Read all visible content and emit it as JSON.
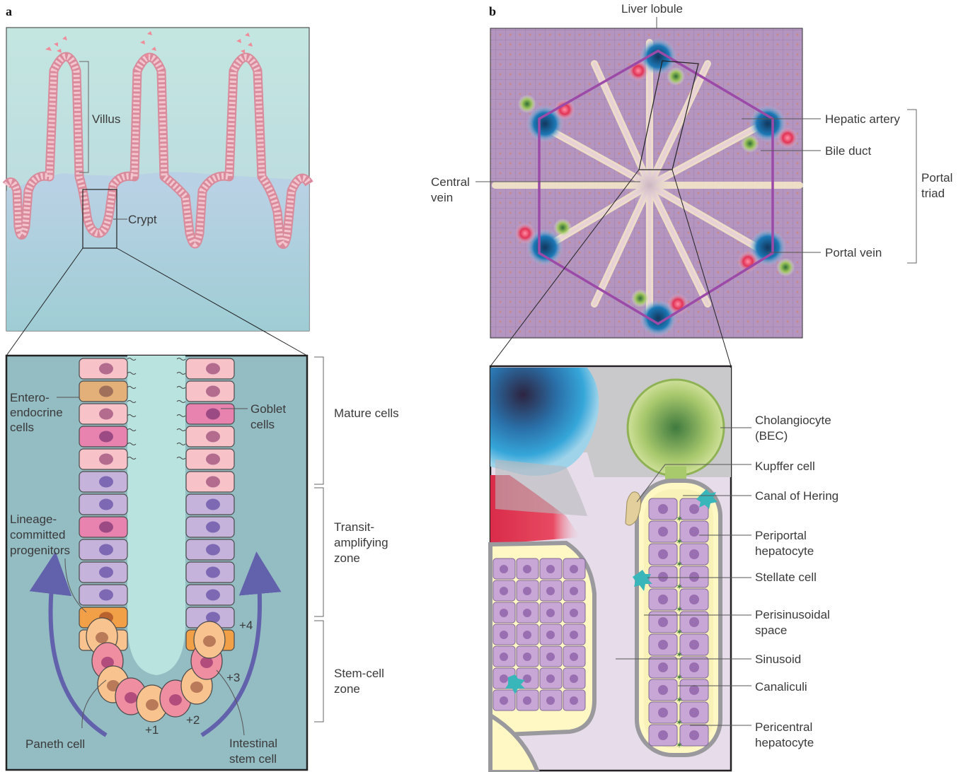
{
  "panels": {
    "a": "a",
    "b": "b"
  },
  "panel_a": {
    "villus": "Villus",
    "crypt": "Crypt",
    "enteroendocrine": [
      "Entero-",
      "endocrine",
      "cells"
    ],
    "goblet": [
      "Goblet",
      "cells"
    ],
    "lineage": [
      "Lineage-",
      "committed",
      "progenitors"
    ],
    "positions": {
      "p1": "+1",
      "p2": "+2",
      "p3": "+3",
      "p4": "+4"
    },
    "paneth": "Paneth cell",
    "stem": [
      "Intestinal",
      "stem cell"
    ],
    "zones": {
      "mature": "Mature cells",
      "transit": [
        "Transit-",
        "amplifying",
        "zone"
      ],
      "stemzone": [
        "Stem-cell",
        "zone"
      ]
    }
  },
  "panel_b": {
    "lobule": "Liver lobule",
    "central_vein": [
      "Central",
      "vein"
    ],
    "hepatic_artery": "Hepatic artery",
    "bile_duct": "Bile duct",
    "portal_vein": "Portal vein",
    "portal_triad": [
      "Portal",
      "triad"
    ],
    "cholangiocyte": [
      "Cholangiocyte",
      "(BEC)"
    ],
    "kupffer": "Kupffer cell",
    "canal_hering": "Canal of Hering",
    "periportal": [
      "Periportal",
      "hepatocyte"
    ],
    "stellate": "Stellate cell",
    "perisinusoidal": [
      "Perisinusoidal",
      "space"
    ],
    "sinusoid": "Sinusoid",
    "canaliculi": "Canaliculi",
    "pericentral": [
      "Pericentral",
      "hepatocyte"
    ]
  },
  "colors": {
    "crypt_bg": "#93bcc4",
    "villus_bg": "#bfe3de",
    "hexagon": "#9b4aa8",
    "liver_tissue": "#b79ac2",
    "portal_blue": "#1a6fa8",
    "artery_red": "#e03a5a",
    "bile_green": "#a7c56a"
  }
}
